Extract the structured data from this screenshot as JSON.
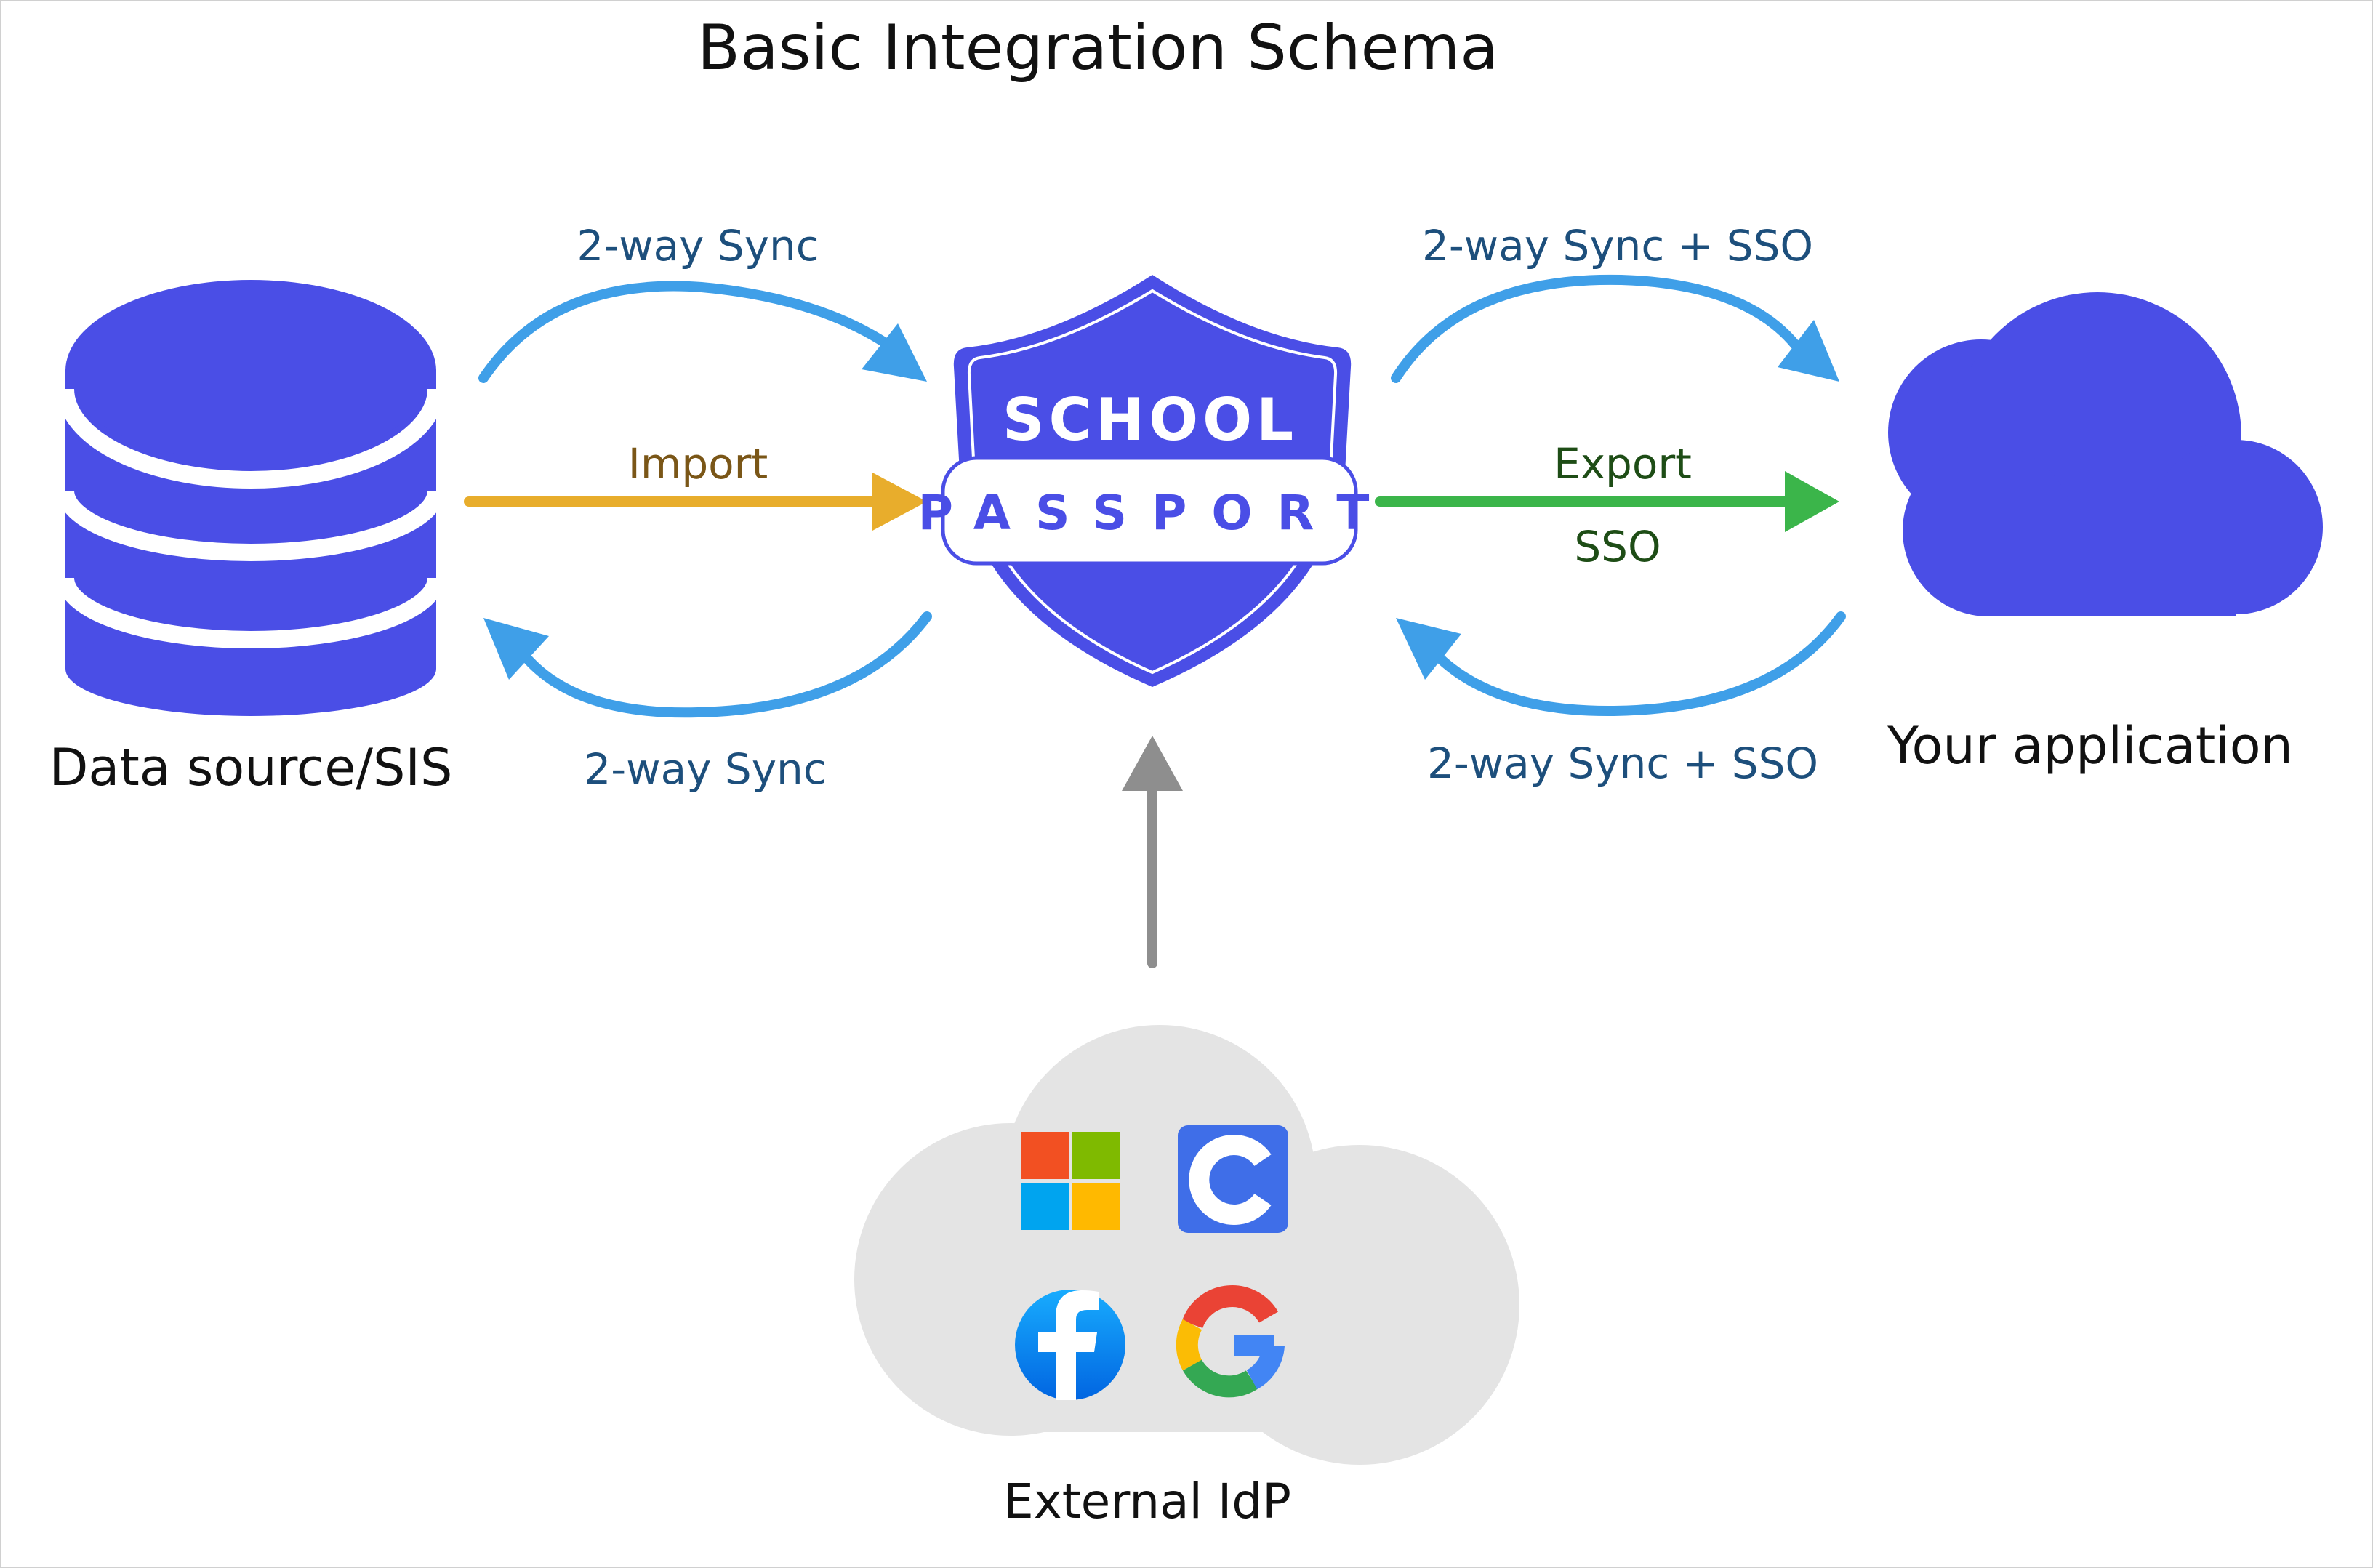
{
  "title": "Basic Integration Schema",
  "nodes": {
    "source": {
      "label": "Data source/SIS"
    },
    "hub": {
      "top_text": "SCHOOL",
      "band_text": "PASSPORT"
    },
    "app": {
      "label": "Your application"
    },
    "idp": {
      "label": "External IdP",
      "providers": [
        "microsoft-icon",
        "classlink-icon",
        "facebook-icon",
        "google-icon"
      ]
    }
  },
  "edges": {
    "left_top": {
      "label": "2-way Sync"
    },
    "left_mid": {
      "label": "Import"
    },
    "left_bottom": {
      "label": "2-way Sync"
    },
    "right_top": {
      "label": "2-way Sync + SSO"
    },
    "right_mid_top": {
      "label": "Export"
    },
    "right_mid_bottom": {
      "label": "SSO"
    },
    "right_bottom": {
      "label": "2-way Sync + SSO"
    }
  },
  "colors": {
    "primary": "#4a4ee6",
    "sync": "#3f9fe8",
    "sync_text": "#1d4f7c",
    "import": "#e8ad2c",
    "import_text": "#7a5617",
    "export": "#3bb54a",
    "export_text": "#1e4d16",
    "idp_arrow": "#8e8e8e",
    "idp_cloud": "#e4e4e4"
  }
}
